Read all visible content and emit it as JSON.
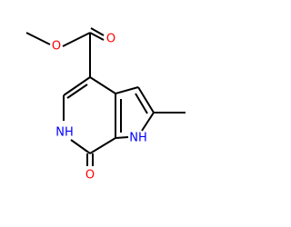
{
  "molecule": {
    "atoms": {
      "o_ester_single": {
        "label": "O",
        "color": "#ff0000"
      },
      "o_ester_double": {
        "label": "O",
        "color": "#ff0000"
      },
      "n_ring6": {
        "label": "NH",
        "color": "#0000ff"
      },
      "n_ring5": {
        "label": "NH",
        "color": "#0000ff"
      },
      "o_carbonyl": {
        "label": "O",
        "color": "#ff0000"
      }
    },
    "bond_color": "#000000"
  }
}
